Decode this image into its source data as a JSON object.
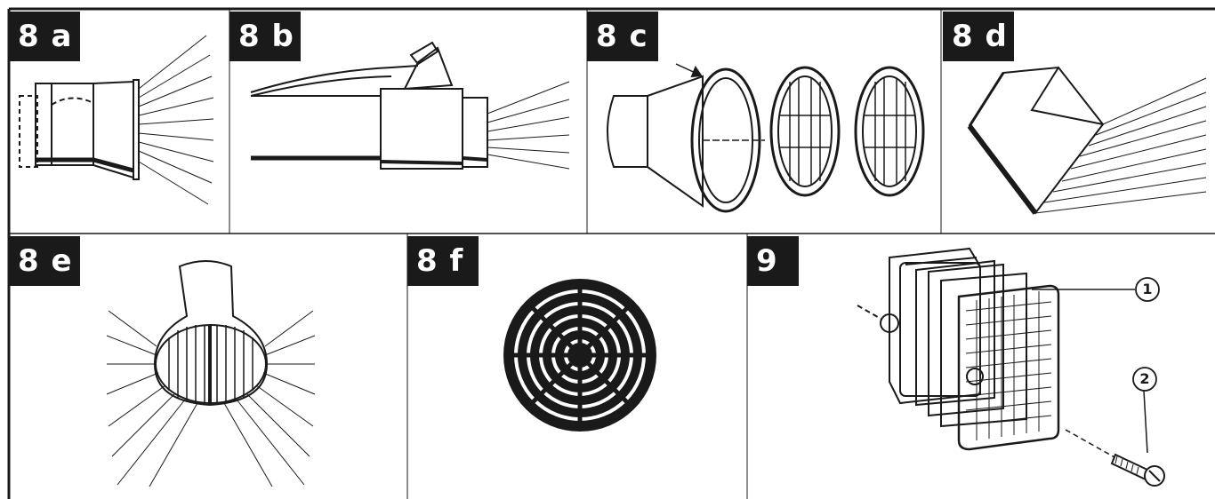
{
  "panels": [
    {
      "id": "8a",
      "label": "8 a",
      "icon": "reducer-nozzle-icon"
    },
    {
      "id": "8b",
      "label": "8 b",
      "icon": "side-outlet-nozzle-icon"
    },
    {
      "id": "8c",
      "label": "8 c",
      "icon": "round-grille-nozzle-icon"
    },
    {
      "id": "8d",
      "label": "8 d",
      "icon": "flat-wide-nozzle-icon"
    },
    {
      "id": "8e",
      "label": "8 e",
      "icon": "spreader-nozzle-icon"
    },
    {
      "id": "8f",
      "label": "8 f",
      "icon": "circular-grille-icon"
    },
    {
      "id": "9",
      "label": "9",
      "icon": "filter-assembly-icon"
    }
  ],
  "callouts": [
    {
      "label": "1",
      "icon": "callout-circle-icon"
    },
    {
      "label": "2",
      "icon": "callout-circle-icon"
    }
  ],
  "colors": {
    "ink": "#1a1a1a",
    "background": "#ffffff"
  }
}
